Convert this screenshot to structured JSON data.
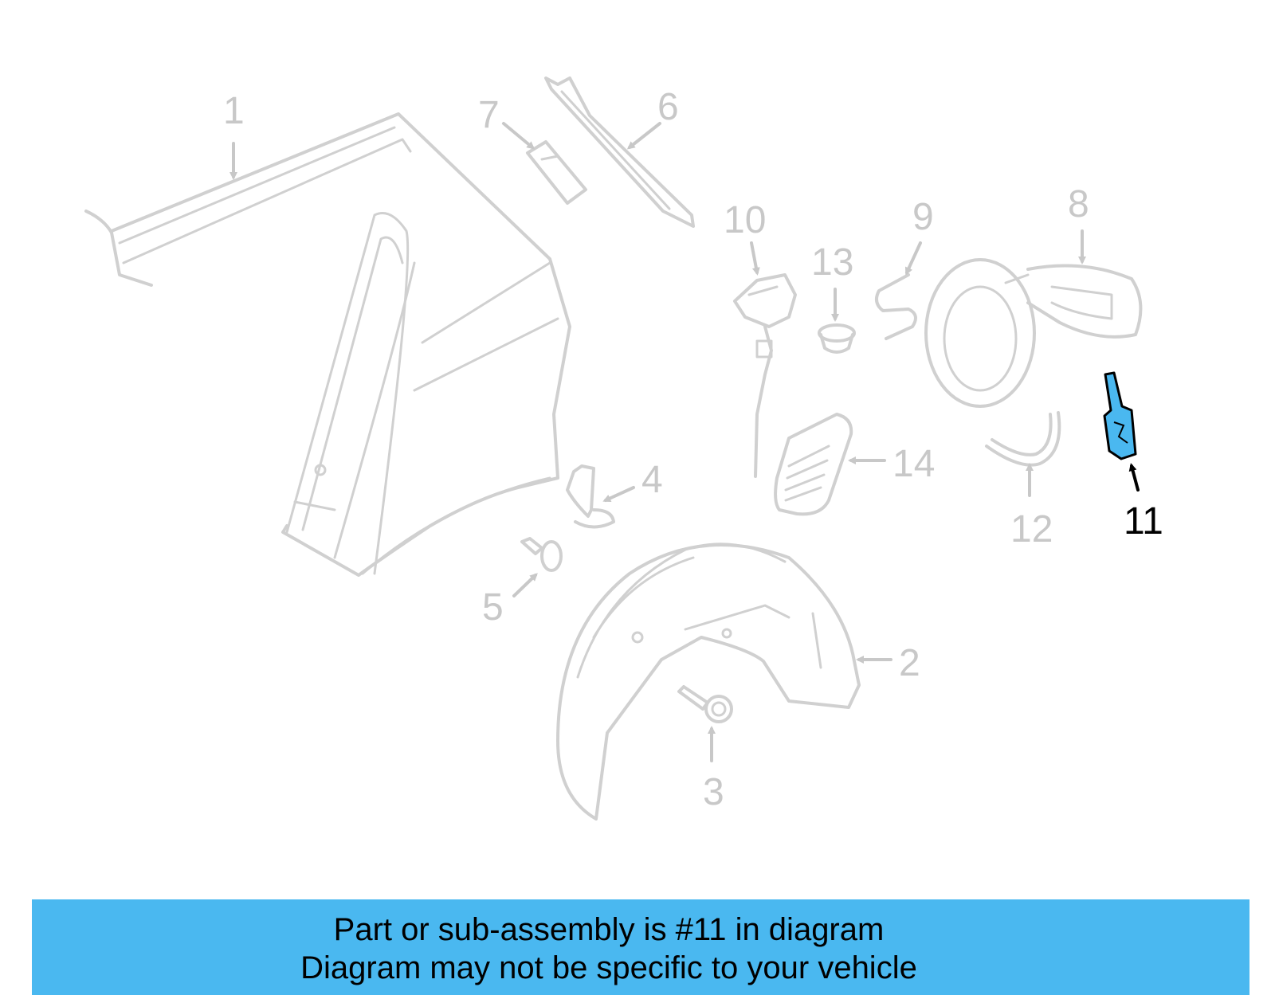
{
  "diagram": {
    "highlight_color": "#4ab8f0",
    "part_color": "#d0d0d0",
    "labels": {
      "l1": "1",
      "l2": "2",
      "l3": "3",
      "l4": "4",
      "l5": "5",
      "l6": "6",
      "l7": "7",
      "l8": "8",
      "l9": "9",
      "l10": "10",
      "l11": "11",
      "l12": "12",
      "l13": "13",
      "l14": "14"
    },
    "highlighted_part": "11"
  },
  "banner": {
    "line1": "Part or sub-assembly is #11 in diagram",
    "line2": "Diagram may not be specific to your vehicle"
  }
}
